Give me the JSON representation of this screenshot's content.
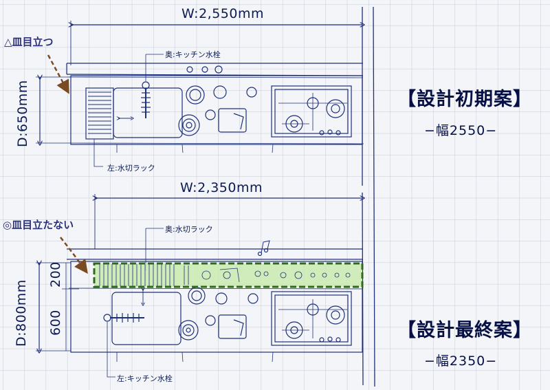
{
  "plan_initial": {
    "width_label": "W:2,550mm",
    "depth_label": "D:650mm",
    "note": "△皿目立つ",
    "faucet_label": "奥:キッチン水栓",
    "rack_label": "左:水切ラック",
    "title": "【設計初期案】",
    "subtitle": "−幅2550−"
  },
  "plan_final": {
    "width_label": "W:2,350mm",
    "depth_label": "D:800mm",
    "depth_part_back": "200",
    "depth_part_front": "600",
    "note": "◎皿目立たない",
    "rack_label": "奥:水切ラック",
    "faucet_label": "左:キッチン水栓",
    "title": "【設計最終案】",
    "subtitle": "−幅2350−"
  },
  "colors": {
    "ink": "#1d2f7a",
    "rack_fill": "#c9eab0",
    "rack_border": "#2f6a1a",
    "arrow": "#7a4b22",
    "grid": "#c7cad8"
  }
}
